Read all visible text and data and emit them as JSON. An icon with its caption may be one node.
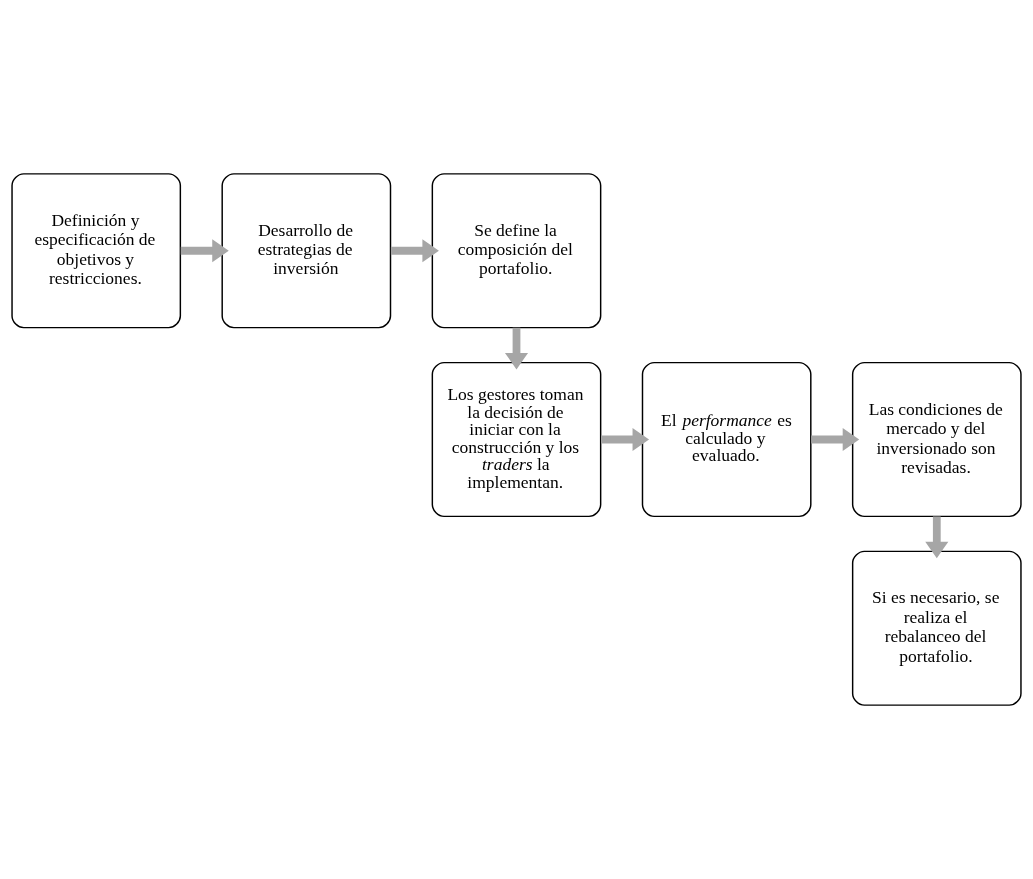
{
  "diagram": {
    "nodes": [
      {
        "text": [
          "Definición y especificación de objetivos y restricciones."
        ]
      },
      {
        "text": [
          "Desarrollo de estrategias de inversión"
        ]
      },
      {
        "text": [
          "Se define la composición del portafolio."
        ]
      },
      {
        "text": [
          "Los gestores toman la decisión de iniciar con la construcción y los *traders* la implementan."
        ]
      },
      {
        "text": [
          "El *performance* es calculado y evaluado."
        ]
      },
      {
        "text": [
          "Las condiciones de mercado y del inversionado son revisadas."
        ]
      },
      {
        "text": [
          "Si es necesario, se realiza el rebalanceo del portafolio."
        ]
      }
    ],
    "edges": [
      {
        "from": 0,
        "to": 1,
        "arrow": "to"
      },
      {
        "from": 1,
        "to": 2,
        "arrow": "to"
      },
      {
        "from": 2,
        "to": 3,
        "arrow": "to"
      },
      {
        "from": 3,
        "to": 4,
        "arrow": "to"
      },
      {
        "from": 4,
        "to": 5,
        "arrow": "to"
      },
      {
        "from": 5,
        "to": 6,
        "arrow": "to"
      }
    ]
  }
}
